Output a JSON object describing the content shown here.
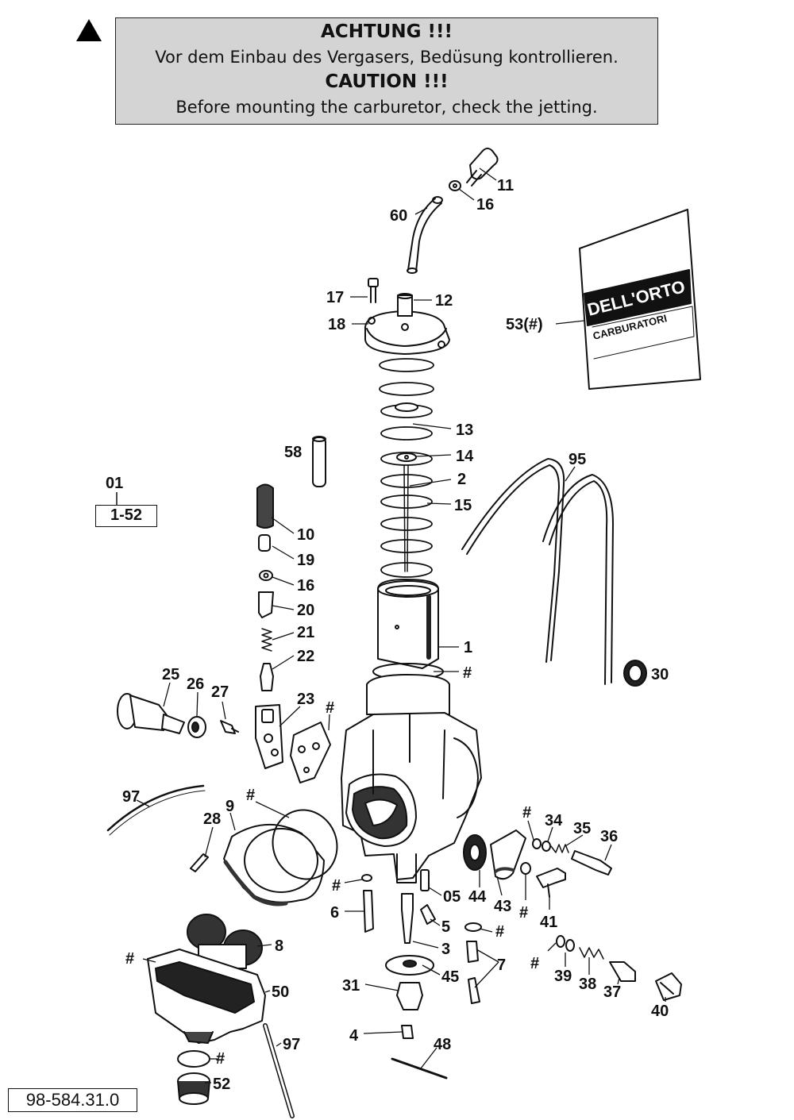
{
  "warning": {
    "heading_de": "ACHTUNG !!!",
    "text_de": "Vor dem Einbau des Vergasers, Bedüsung kontrollieren.",
    "heading_en": "CAUTION !!!",
    "text_en": "Before mounting the carburetor, check the jetting."
  },
  "group": {
    "id": "01",
    "range": "1-52"
  },
  "document_number": "98-584.31.0",
  "bag_brand": "DELL'ORTO",
  "bag_text": "CARBURATORI",
  "labels": {
    "l11": "11",
    "l16a": "16",
    "l60": "60",
    "l17": "17",
    "l12": "12",
    "l18": "18",
    "l53": "53(#)",
    "l13": "13",
    "l14": "14",
    "l58": "58",
    "l2": "2",
    "l15": "15",
    "l95": "95",
    "l10": "10",
    "l19": "19",
    "l16b": "16",
    "l20": "20",
    "l21": "21",
    "l22": "22",
    "l1": "1",
    "hash1": "#",
    "l30": "30",
    "l25": "25",
    "l26": "26",
    "l27": "27",
    "l23": "23",
    "hash2": "#",
    "l97a": "97",
    "l9": "9",
    "hash3": "#",
    "l28": "28",
    "hash4": "#",
    "l34": "34",
    "l35": "35",
    "l36": "36",
    "hash5": "#",
    "l05": "05",
    "l44": "44",
    "l43": "43",
    "hash6": "#",
    "l41": "41",
    "l6": "6",
    "l5": "5",
    "hash7": "#",
    "l8": "8",
    "hash8": "#",
    "l3": "3",
    "l7": "7",
    "hash9": "#",
    "l39": "39",
    "l38": "38",
    "l37": "37",
    "l45": "45",
    "l50": "50",
    "l31": "31",
    "l40": "40",
    "l4": "4",
    "l97b": "97",
    "hash10": "#",
    "l48": "48",
    "l52": "52"
  }
}
